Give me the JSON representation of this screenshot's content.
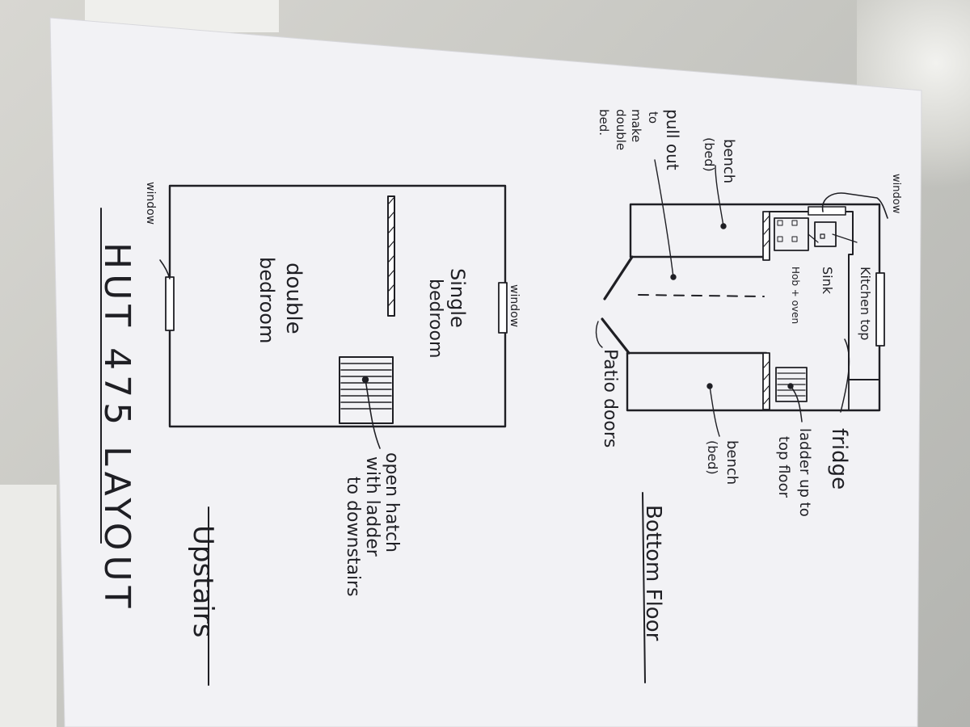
{
  "title": "HUT 475 LAYOUT",
  "upstairs": {
    "heading": "Upstairs",
    "window_top": "window",
    "window_left": "window",
    "single_bedroom": [
      "Single",
      "bedroom"
    ],
    "double_bedroom": [
      "double",
      "bedroom"
    ],
    "hatch_note": [
      "open hatch",
      "with ladder",
      "to downstairs"
    ]
  },
  "bottom_floor": {
    "heading": "Bottom Floor",
    "window": "window",
    "kitchen_top": "Kitchen top",
    "sink": "Sink",
    "hob_oven": "Hob + oven",
    "fridge": "fridge",
    "ladder_note": [
      "ladder up to",
      "top floor"
    ],
    "bench_bed_right": [
      "bench",
      "(bed)"
    ],
    "bench_bed_left": [
      "bench",
      "(bed)"
    ],
    "pull_out_note": [
      "pull out",
      "to",
      "make",
      "double",
      "bed."
    ],
    "patio_doors": "Patio doors"
  },
  "colors": {
    "paper": "#f3f3f6",
    "ink": "#1f1f24",
    "background": "#c4c4bf"
  }
}
